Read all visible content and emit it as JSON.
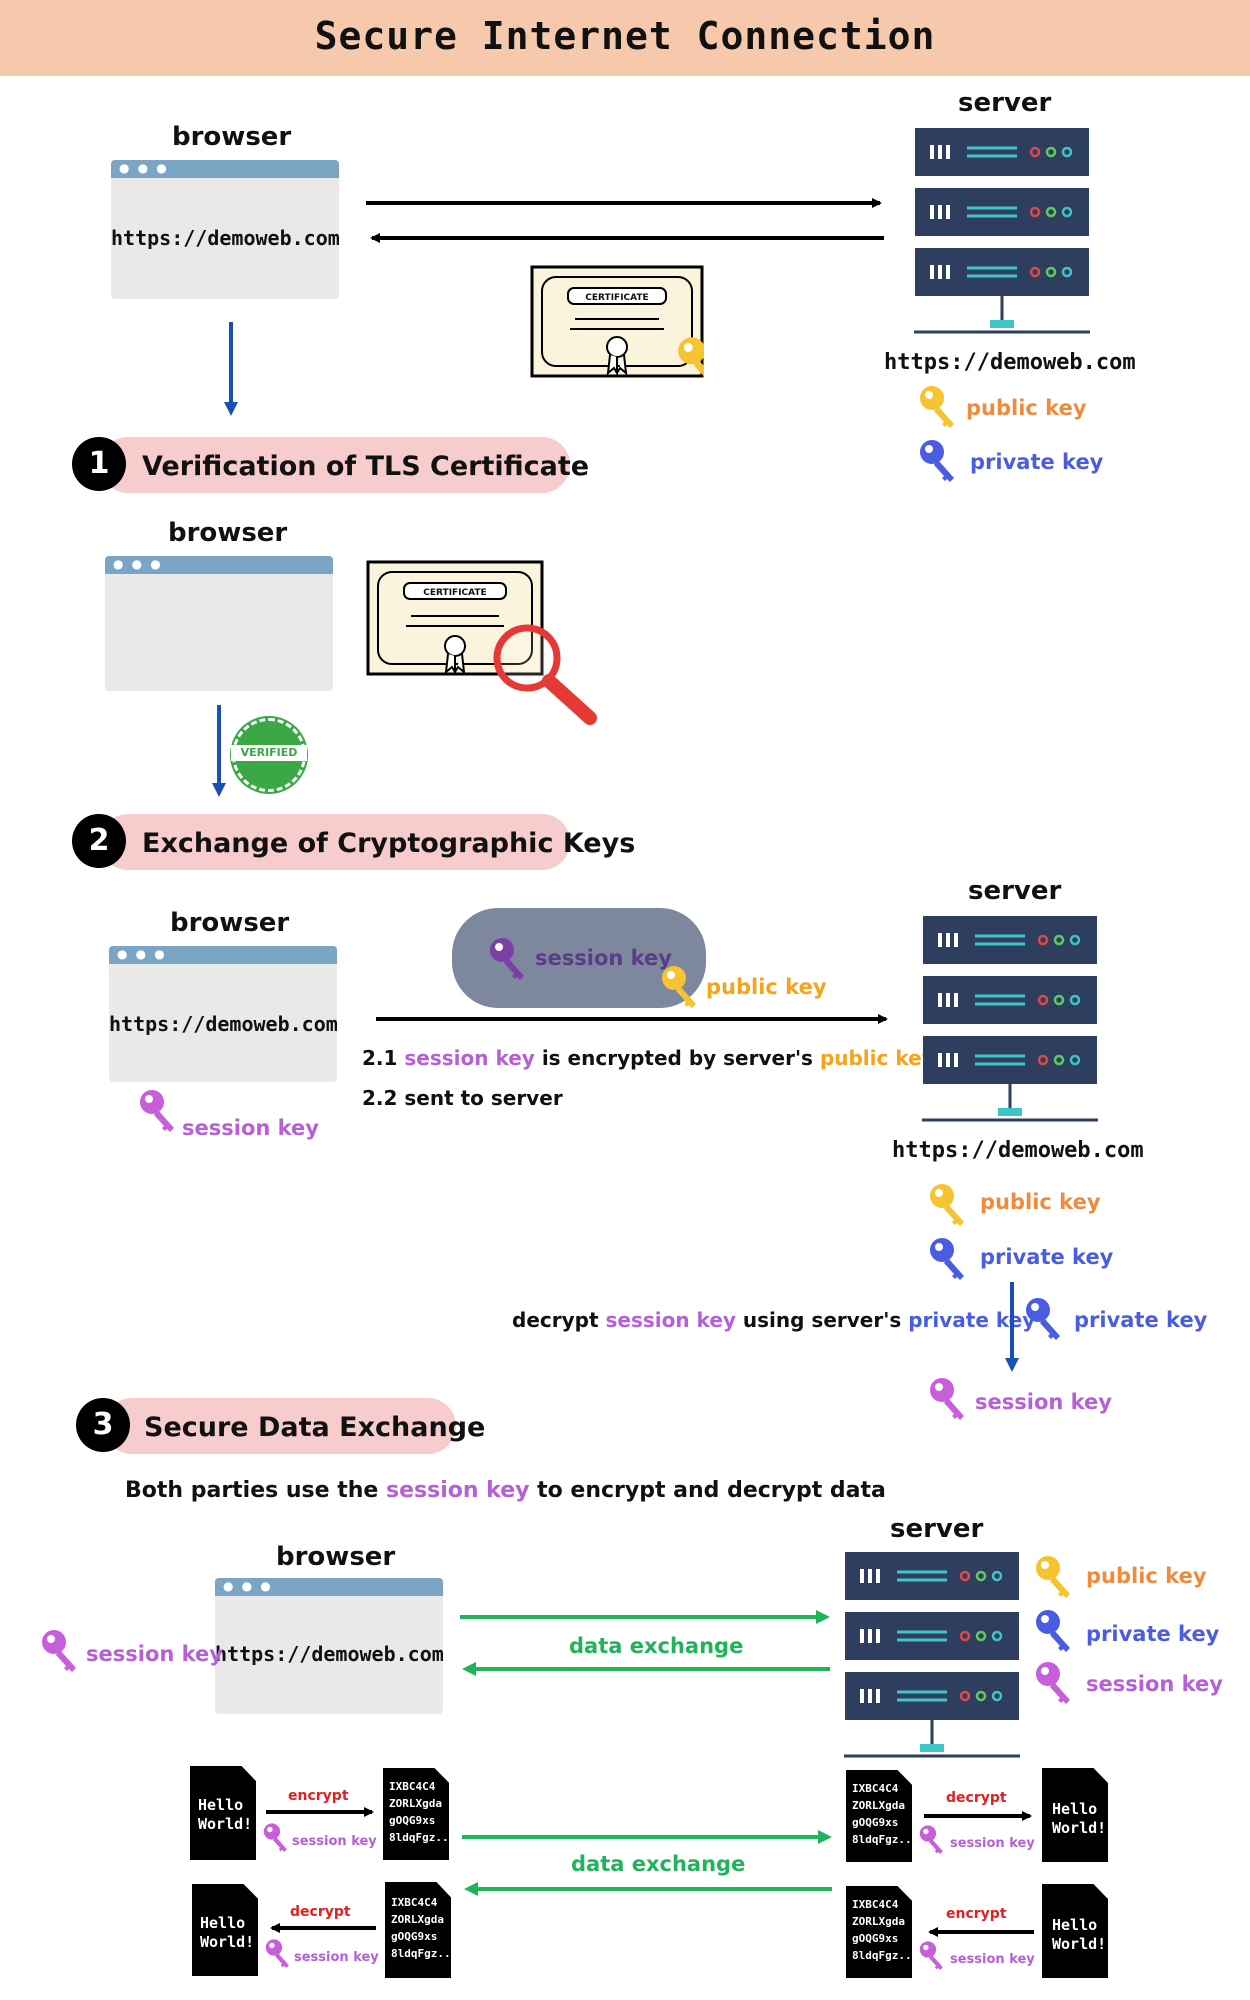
{
  "title": "Secure Internet Connection",
  "common": {
    "browser": "browser",
    "server": "server",
    "url": "https://demoweb.com",
    "certificate": "CERTIFICATE",
    "verified": "VERIFIED",
    "public_key": "public key",
    "private_key": "private key",
    "session_key": "session key"
  },
  "colors": {
    "title_bg": "#f6c9ad",
    "step_pill": "#f7cccc",
    "browser_bar": "#7ba5c4",
    "server": "#2d3e5e",
    "arrow_blue": "#1a4fb5",
    "arrow_green": "#1fb45a",
    "session_key": "#b75fd6",
    "public_key": "#f5a31a",
    "private_key": "#4a5de0",
    "encrypt_label": "#e02020"
  },
  "steps": [
    {
      "number": "1",
      "title": "Verification of TLS Certificate"
    },
    {
      "number": "2",
      "title": "Exchange of Cryptographic Keys"
    },
    {
      "number": "3",
      "title": "Secure Data Exchange"
    }
  ],
  "step2": {
    "line1_prefix": "2.1 ",
    "line1_mid": " is encrypted by server's ",
    "line2": "2.2 sent to server",
    "decrypt_prefix": "decrypt ",
    "decrypt_mid": " using server's "
  },
  "step3": {
    "desc_prefix": "Both parties use the ",
    "desc_suffix": " to encrypt and decrypt data",
    "data_exchange": "data exchange",
    "encrypt": "encrypt",
    "decrypt": "decrypt",
    "plaintext": [
      "Hello",
      "World!"
    ],
    "ciphertext": [
      "IXBC4C4",
      "ZORLXgda",
      "gOQG9xs",
      "8ldqFgz.."
    ]
  }
}
